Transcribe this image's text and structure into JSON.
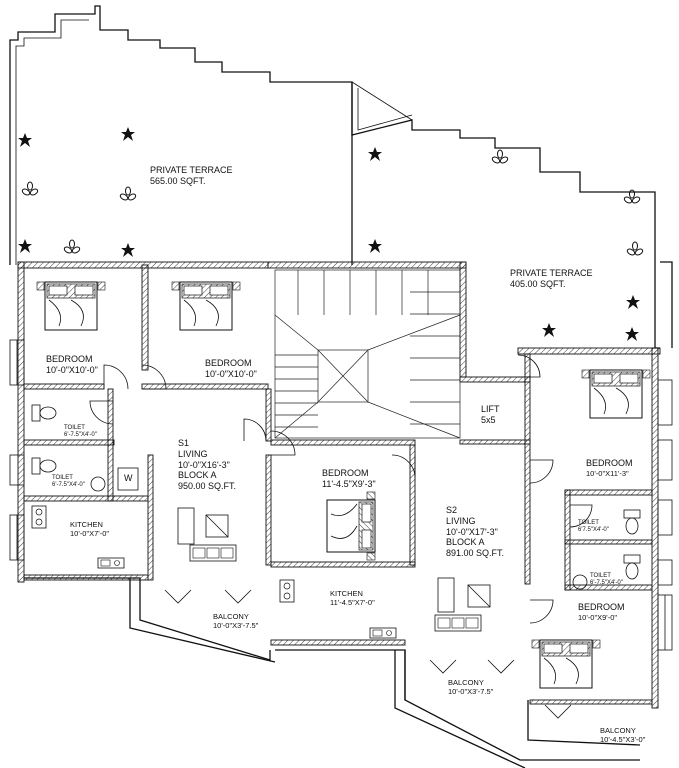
{
  "rooms": {
    "terrace_a": {
      "name": "PRIVATE TERRACE",
      "area": "565.00 SQFT."
    },
    "terrace_b": {
      "name": "PRIVATE TERRACE",
      "area": "405.00 SQFT."
    },
    "bedroom_1": {
      "name": "BEDROOM",
      "size": "10'-0\"X10'-0\""
    },
    "bedroom_2": {
      "name": "BEDROOM",
      "size": "10'-0\"X10'-0\""
    },
    "bedroom_3": {
      "name": "BEDROOM",
      "size": "11'-4.5\"X9'-3\""
    },
    "bedroom_4": {
      "name": "BEDROOM",
      "size": "10'-0\"X11'-3\""
    },
    "bedroom_5": {
      "name": "BEDROOM",
      "size": "10'-0\"X9'-0\""
    },
    "toilet_1": {
      "name": "TOILET",
      "size": "6'-7.5\"X4'-0\""
    },
    "toilet_2": {
      "name": "TOILET",
      "size": "6'-7.5\"X4'-0\""
    },
    "toilet_3": {
      "name": "TOILET",
      "size": "6'7.5\"X4'-0\""
    },
    "toilet_4": {
      "name": "TOILET",
      "size": "6'-7.5\"X4'-0\""
    },
    "kitchen_1": {
      "name": "KITCHEN",
      "size": "10'-0\"X7'-0\""
    },
    "kitchen_2": {
      "name": "KITCHEN",
      "size": "11'-4.5\"X7'-0\""
    },
    "balcony_1": {
      "name": "BALCONY",
      "size": "10'-0\"X3'-7.5\""
    },
    "balcony_2": {
      "name": "BALCONY",
      "size": "10'-0\"X3'-7.5\""
    },
    "balcony_3": {
      "name": "BALCONY",
      "size": "10'-4.5\"X3'-0\""
    },
    "lift": {
      "name": "LIFT",
      "size": "5x5"
    },
    "wash": {
      "name": "W"
    }
  },
  "units": {
    "s1": {
      "code": "S1",
      "room": "LIVING",
      "size": "10'-0\"X16'-3\"",
      "block": "BLOCK A",
      "area": "950.00 SQ.FT."
    },
    "s2": {
      "code": "S2",
      "room": "LIVING",
      "size": "10'-0\"X17'-3\"",
      "block": "BLOCK A",
      "area": "891.00 SQ.FT."
    }
  },
  "colors": {
    "line": "#111111",
    "background": "#ffffff"
  }
}
